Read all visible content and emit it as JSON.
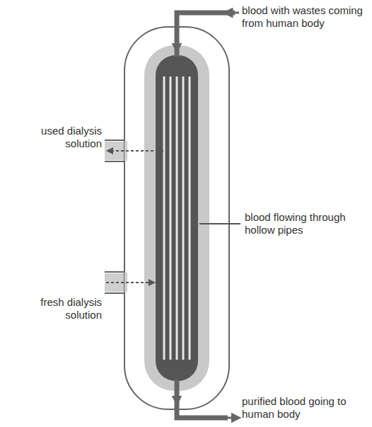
{
  "diagram": {
    "labels": [
      "blood with wastes coming from human body",
      "used dialysis solution",
      "blood flowing through hollow pipes",
      "fresh dialysis solution",
      "purified blood going to human body"
    ]
  }
}
